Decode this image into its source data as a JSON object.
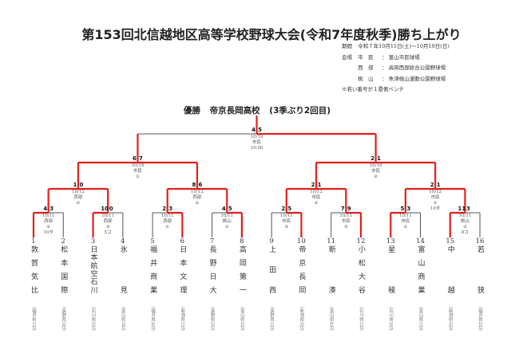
{
  "title": "第153回北信越地区高等学校野球大会(令和7年度秋季)勝ち上がり",
  "info": {
    "period_label": "期間",
    "period": "令和７年10月11日(土)～10月19日(日)",
    "venue_label": "会場",
    "venues": [
      {
        "short": "市　民",
        "sep": "：",
        "name": "富山市民球場"
      },
      {
        "short": "西　部",
        "sep": "：",
        "name": "高岡西部総合公園野球場"
      },
      {
        "short": "桃　山",
        "sep": "：",
        "name": "魚津桃山運動公園野球場"
      }
    ],
    "note": "※若い番号が１塁側ベンチ"
  },
  "champion": {
    "label": "優勝",
    "team": "帝京長岡高校",
    "detail": "(3季ぶり2回目)"
  },
  "colors": {
    "win_line": "#e0201c",
    "line": "#555555"
  },
  "teams": [
    {
      "no": "1",
      "name": "敦賀気比",
      "pref": "(福井県1位)"
    },
    {
      "no": "2",
      "name": "松本国際",
      "pref": "(長野県3位)"
    },
    {
      "no": "3",
      "name": "日本航空石川",
      "pref": "(石川県2位)"
    },
    {
      "no": "4",
      "name": "氷見",
      "pref": "(富山県3位)"
    },
    {
      "no": "5",
      "name": "福井商業",
      "pref": "(福井県3位)"
    },
    {
      "no": "6",
      "name": "日本文理",
      "pref": "(新潟県1位)"
    },
    {
      "no": "7",
      "name": "長野日大",
      "pref": "(長野県2位)"
    },
    {
      "no": "8",
      "name": "高岡第一",
      "pref": "(富山県2位)"
    },
    {
      "no": "9",
      "name": "上田西",
      "pref": "(長野県1位)"
    },
    {
      "no": "10",
      "name": "帝京長岡",
      "pref": "(新潟県3位)"
    },
    {
      "no": "11",
      "name": "新湊",
      "pref": "(富山県4位)"
    },
    {
      "no": "12",
      "name": "小松大谷",
      "pref": "(石川県1位)"
    },
    {
      "no": "13",
      "name": "星稜",
      "pref": "(石川県3位)"
    },
    {
      "no": "14",
      "name": "富山商業",
      "pref": "(富山県1位)"
    },
    {
      "no": "15",
      "name": "中越",
      "pref": "(新潟県2位)"
    },
    {
      "no": "16",
      "name": "若狭",
      "pref": "(福井県2位)"
    }
  ],
  "rounds": [
    [
      {
        "score": [
          "4",
          "3"
        ],
        "date": "10/11",
        "venue": "西部",
        "field": "②",
        "note": "10タ"
      },
      {
        "score": [
          "10",
          "0"
        ],
        "date": "10/11",
        "venue": "西部",
        "field": "③",
        "note": "5コ"
      },
      {
        "score": [
          "2",
          "3"
        ],
        "date": "10/11",
        "venue": "西部",
        "field": "①",
        "note": ""
      },
      {
        "score": [
          "4",
          "5"
        ],
        "date": "10/11",
        "venue": "桃山",
        "field": "①",
        "note": ""
      },
      {
        "score": [
          "2",
          "5"
        ],
        "date": "10/11",
        "venue": "市民",
        "field": "②",
        "note": ""
      },
      {
        "score": [
          "7",
          "9"
        ],
        "date": "10/11",
        "venue": "市民",
        "field": "③",
        "note": ""
      },
      {
        "score": [
          "5",
          "3"
        ],
        "date": "10/11",
        "venue": "市民",
        "field": "①",
        "note": ""
      },
      {
        "score": [
          "11",
          "3"
        ],
        "date": "10/11",
        "venue": "桃山",
        "field": "②",
        "note": "8コ"
      }
    ],
    [
      {
        "score": [
          "1",
          "0"
        ],
        "date": "10/12",
        "venue": "西部",
        "field": "②",
        "note": ""
      },
      {
        "score": [
          "8",
          "6"
        ],
        "date": "10/12",
        "venue": "西部",
        "field": "①",
        "note": ""
      },
      {
        "score": [
          "2",
          "1"
        ],
        "date": "10/12",
        "venue": "市民",
        "field": "②",
        "note": ""
      },
      {
        "score": [
          "2",
          "1"
        ],
        "date": "10/12",
        "venue": "市民",
        "field": "①",
        "note": "10タ"
      }
    ],
    [
      {
        "score": [
          "6",
          "7"
        ],
        "date": "10/18",
        "venue": "市民",
        "field": "①",
        "note": ""
      },
      {
        "score": [
          "2",
          "1"
        ],
        "date": "10/18",
        "venue": "市民",
        "field": "②",
        "note": ""
      }
    ],
    [
      {
        "score": [
          "4",
          "5"
        ],
        "date": "10/19",
        "venue": "市民",
        "field": "10:00",
        "note": ""
      }
    ]
  ]
}
